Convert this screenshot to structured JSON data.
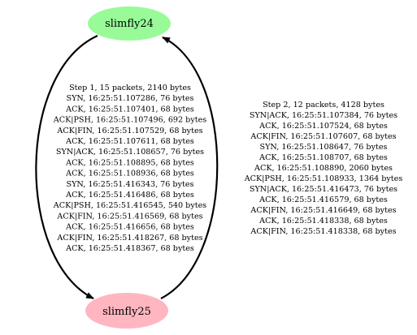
{
  "nodes": {
    "top": {
      "label": "slimfly24",
      "fill": "#98fb98"
    },
    "bottom": {
      "label": "slimfly25",
      "fill": "#ffb6c1"
    }
  },
  "edges": {
    "step1": {
      "lines": [
        "Step 1, 15 packets, 2140 bytes",
        "SYN, 16:25:51.107286, 76 bytes",
        "ACK, 16:25:51.107401, 68 bytes",
        "ACK|PSH, 16:25:51.107496, 692 bytes",
        "ACK|FIN, 16:25:51.107529, 68 bytes",
        "ACK, 16:25:51.107611, 68 bytes",
        "SYN|ACK, 16:25:51.108657, 76 bytes",
        "ACK, 16:25:51.108895, 68 bytes",
        "ACK, 16:25:51.108936, 68 bytes",
        "SYN, 16:25:51.416343, 76 bytes",
        "ACK, 16:25:51.416486, 68 bytes",
        "ACK|PSH, 16:25:51.416545, 540 bytes",
        "ACK|FIN, 16:25:51.416569, 68 bytes",
        "ACK, 16:25:51.416656, 68 bytes",
        "ACK|FIN, 16:25:51.418267, 68 bytes",
        "ACK, 16:25:51.418367, 68 bytes"
      ]
    },
    "step2": {
      "lines": [
        "Step 2, 12 packets, 4128 bytes",
        "SYN|ACK, 16:25:51.107384, 76 bytes",
        "ACK, 16:25:51.107524, 68 bytes",
        "ACK|FIN, 16:25:51.107607, 68 bytes",
        "SYN, 16:25:51.108647, 76 bytes",
        "ACK, 16:25:51.108707, 68 bytes",
        "ACK, 16:25:51.108890, 2060 bytes",
        "ACK|PSH, 16:25:51.108933, 1364 bytes",
        "SYN|ACK, 16:25:51.416473, 76 bytes",
        "ACK, 16:25:51.416579, 68 bytes",
        "ACK|FIN, 16:25:51.416649, 68 bytes",
        "ACK, 16:25:51.418338, 68 bytes",
        "ACK|FIN, 16:25:51.418338, 68 bytes"
      ]
    }
  }
}
